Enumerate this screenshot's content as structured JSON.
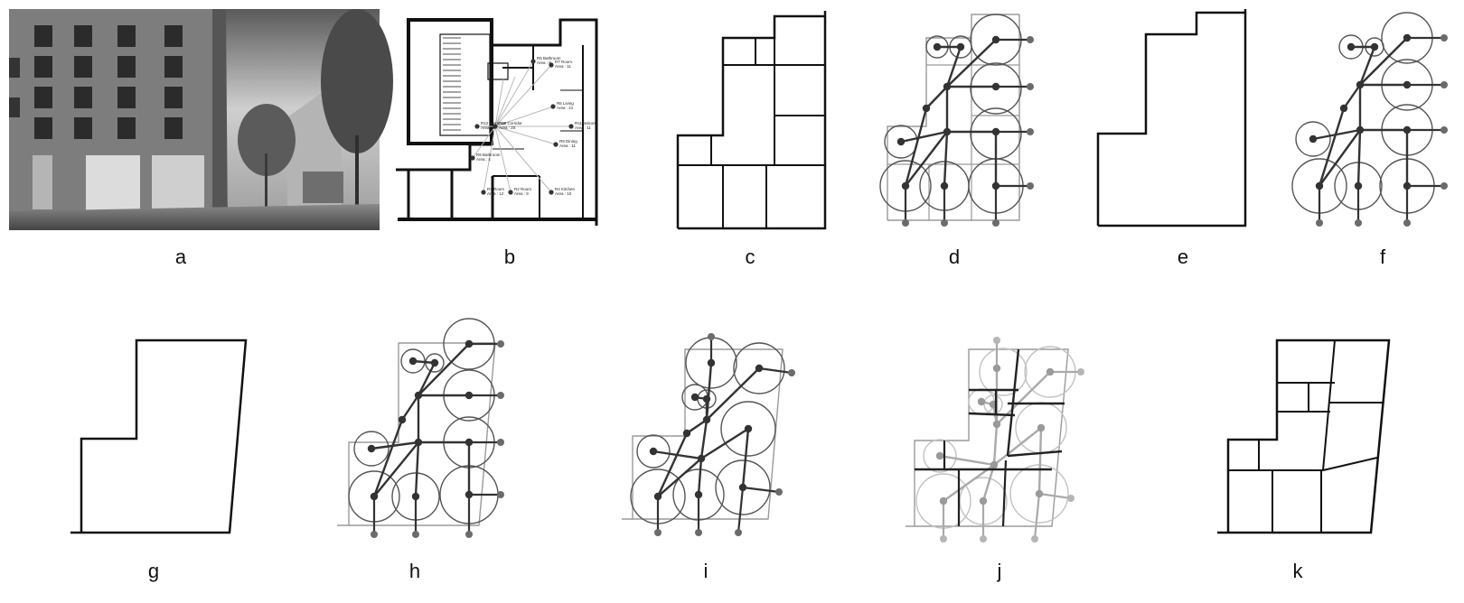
{
  "panels": [
    {
      "id": "a",
      "label": "a"
    },
    {
      "id": "b",
      "label": "b"
    },
    {
      "id": "c",
      "label": "c"
    },
    {
      "id": "d",
      "label": "d"
    },
    {
      "id": "e",
      "label": "e"
    },
    {
      "id": "f",
      "label": "f"
    },
    {
      "id": "g",
      "label": "g"
    },
    {
      "id": "h",
      "label": "h"
    },
    {
      "id": "i",
      "label": "i"
    },
    {
      "id": "j",
      "label": "j"
    },
    {
      "id": "k",
      "label": "k"
    }
  ],
  "colors": {
    "line": "#111111",
    "graph_node": "#333333",
    "graph_leaf": "#6b6b6b",
    "circle": "#555555",
    "faded": "#b8b8b8",
    "plan_gray": "#9a9a9a"
  },
  "floorplan_b": {
    "rooms": [
      {
        "id": "R7",
        "name": "Room",
        "area": "Area : 11"
      },
      {
        "id": "R5",
        "name": "Bathroom",
        "area": "Area : 8"
      },
      {
        "id": "R6",
        "name": "Living",
        "area": "Area : 21"
      },
      {
        "id": "R10",
        "name": "Corridor",
        "area": "Area : 20"
      },
      {
        "id": "R11",
        "name": "Balcony",
        "area": "Area : 11"
      },
      {
        "id": "R12",
        "name": "Entrance",
        "area": "Area : 8"
      },
      {
        "id": "R9",
        "name": "Dining",
        "area": "Area : 11"
      },
      {
        "id": "R8",
        "name": "Bathroom",
        "area": "Area : 4"
      },
      {
        "id": "R1",
        "name": "Room",
        "area": "Area : 12"
      },
      {
        "id": "R2",
        "name": "Room",
        "area": "Area : 9"
      },
      {
        "id": "R4",
        "name": "Kitchen",
        "area": "Area : 10"
      }
    ]
  }
}
